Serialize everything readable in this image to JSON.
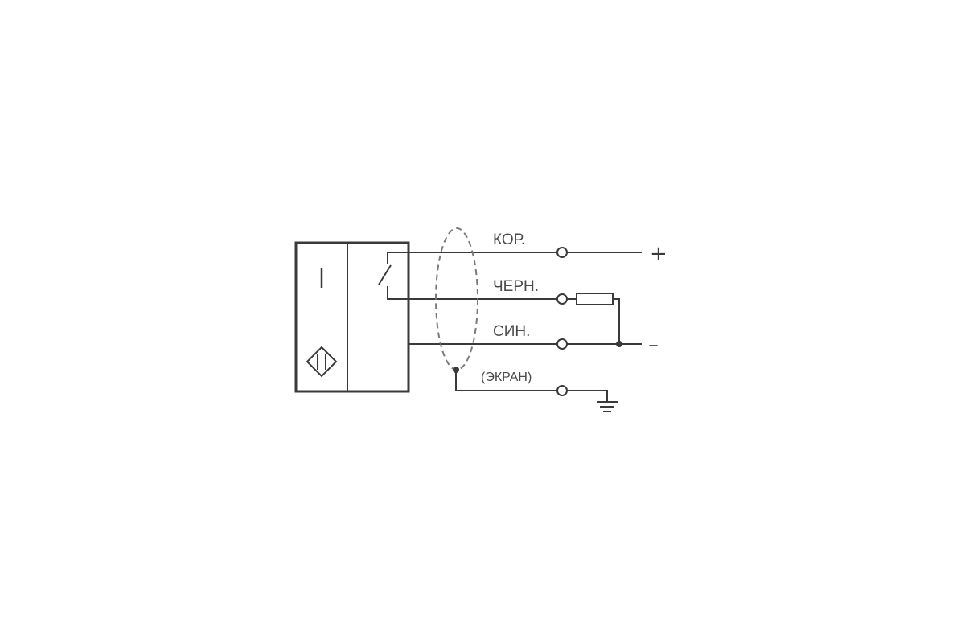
{
  "wires": {
    "brown": "КОР.",
    "black": "ЧЕРН.",
    "blue": "СИН.",
    "shield": "(ЭКРАН)"
  },
  "supply": {
    "positive": "+",
    "negative": "–"
  },
  "colors": {
    "line": "#3a3a3a",
    "shield_dash": "#7a7a7a",
    "label": "#4a4a4a"
  },
  "icons": [
    "switch-contact-icon",
    "capacitive-sensor-icon",
    "resistor-icon",
    "ground-icon",
    "cable-shield-icon"
  ]
}
